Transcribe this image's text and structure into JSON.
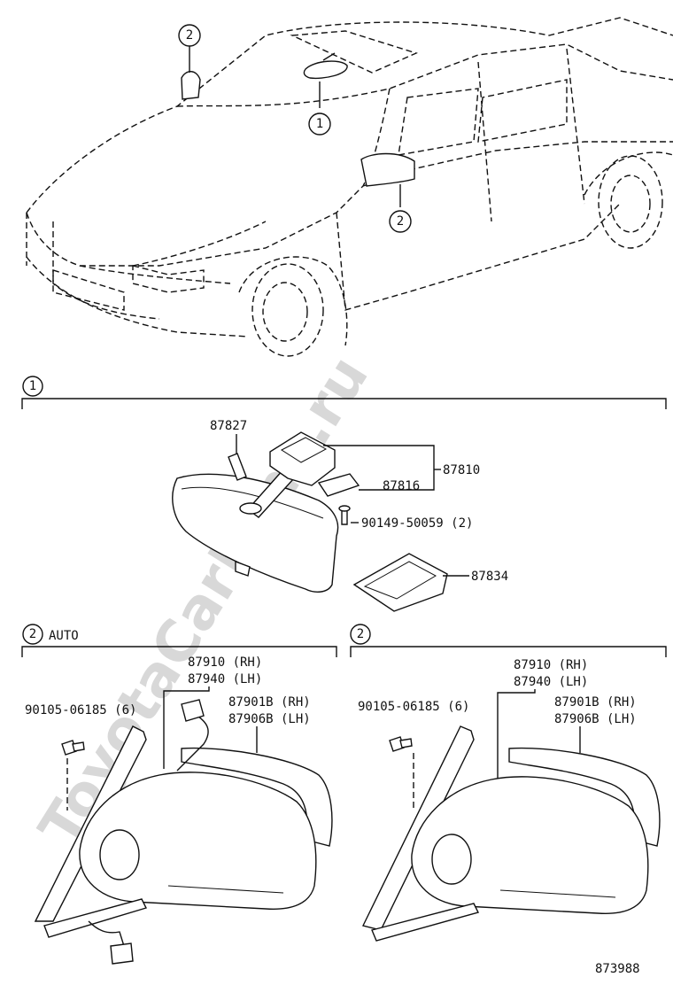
{
  "watermark": "ToyotaCarMine.ru",
  "diagram_id": "873988",
  "overview": {
    "callouts": [
      "2",
      "1",
      "2"
    ]
  },
  "section1": {
    "number": "1",
    "parts": {
      "p87827": "87827",
      "p87810": "87810",
      "p87816": "87816",
      "p90149": "90149-50059 (2)",
      "p87834": "87834"
    }
  },
  "section2_auto": {
    "number": "2",
    "title": "AUTO",
    "labels": {
      "a": "87910 (RH)",
      "b": "87940 (LH)",
      "c": "87901B (RH)",
      "d": "87906B (LH)",
      "bolt": "90105-06185 (6)"
    }
  },
  "section2": {
    "number": "2",
    "labels": {
      "a": "87910 (RH)",
      "b": "87940 (LH)",
      "c": "87901B (RH)",
      "d": "87906B (LH)",
      "bolt": "90105-06185 (6)"
    }
  }
}
